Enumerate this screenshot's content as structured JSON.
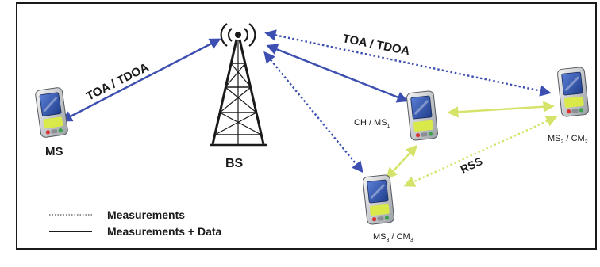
{
  "labels": {
    "ms": "MS",
    "bs": "BS",
    "ms1_main": "CH / MS",
    "ms1_sub": "1",
    "ms2_main": "MS",
    "ms2_sub": "2",
    "ms2_mid": " / CM",
    "ms2_sub2": "2",
    "ms3_main": "MS",
    "ms3_sub": "3",
    "ms3_mid": " / CM",
    "ms3_sub2": "3",
    "toa_left": "TOA / TDOA",
    "toa_top": "TOA / TDOA",
    "rss": "RSS"
  },
  "legend": {
    "measurements": "Measurements",
    "measurements_data": "Measurements + Data"
  },
  "colors": {
    "link_blue": "#3d4fb0",
    "rss_yellow": "#d6e36b",
    "text": "#1a1a1a"
  },
  "icons": {
    "tower": "cell-tower-icon",
    "device": "pda-device-icon"
  }
}
